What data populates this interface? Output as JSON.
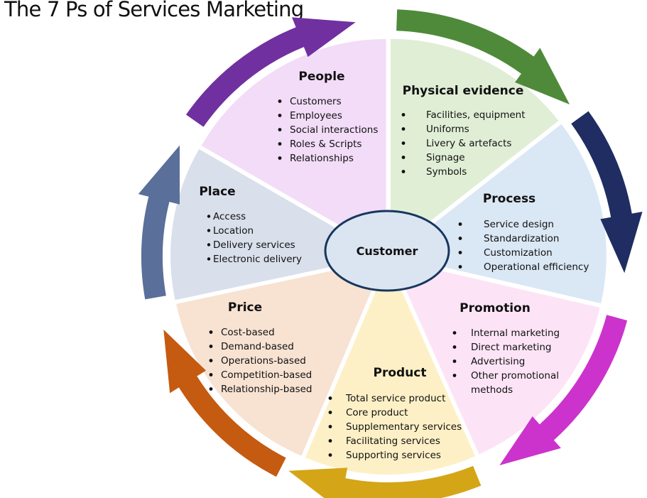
{
  "title": "The 7 Ps of Services Marketing",
  "hub": {
    "label": "Customer",
    "fill": "#dbe5f1",
    "stroke": "#17375e"
  },
  "segments": [
    {
      "key": "people",
      "title": "People",
      "fill": "#f2dcf7",
      "arrow": "#7030a0",
      "items": [
        "Customers",
        "Employees",
        "Social interactions",
        "Roles & Scripts",
        "Relationships"
      ]
    },
    {
      "key": "physical-evidence",
      "title": "Physical evidence",
      "fill": "#e0eed6",
      "arrow": "#4f8a3a",
      "items": [
        "Facilities, equipment",
        "Uniforms",
        "Livery & artefacts",
        "Signage",
        "Symbols"
      ]
    },
    {
      "key": "process",
      "title": "Process",
      "fill": "#dae7f5",
      "arrow": "#1f2d63",
      "items": [
        "Service design",
        "Standardization",
        "Customization",
        "Operational efficiency"
      ]
    },
    {
      "key": "promotion",
      "title": "Promotion",
      "fill": "#fce4f6",
      "arrow": "#cc33cc",
      "items": [
        "Internal marketing",
        "Direct marketing",
        "Advertising",
        "Other promotional",
        "methods"
      ]
    },
    {
      "key": "product",
      "title": "Product",
      "fill": "#fdf0c6",
      "arrow": "#d4a517",
      "items": [
        "Total service product",
        "Core product",
        "Supplementary services",
        "Facilitating services",
        "Supporting services"
      ]
    },
    {
      "key": "price",
      "title": "Price",
      "fill": "#f8e2d2",
      "arrow": "#c55a11",
      "items": [
        "Cost-based",
        "Demand-based",
        "Operations-based",
        "Competition-based",
        "Relationship-based"
      ]
    },
    {
      "key": "place",
      "title": "Place",
      "fill": "#d9dfeb",
      "arrow": "#5a6f9a",
      "items": [
        "Access",
        "Location",
        "Delivery services",
        "Electronic delivery"
      ]
    }
  ]
}
